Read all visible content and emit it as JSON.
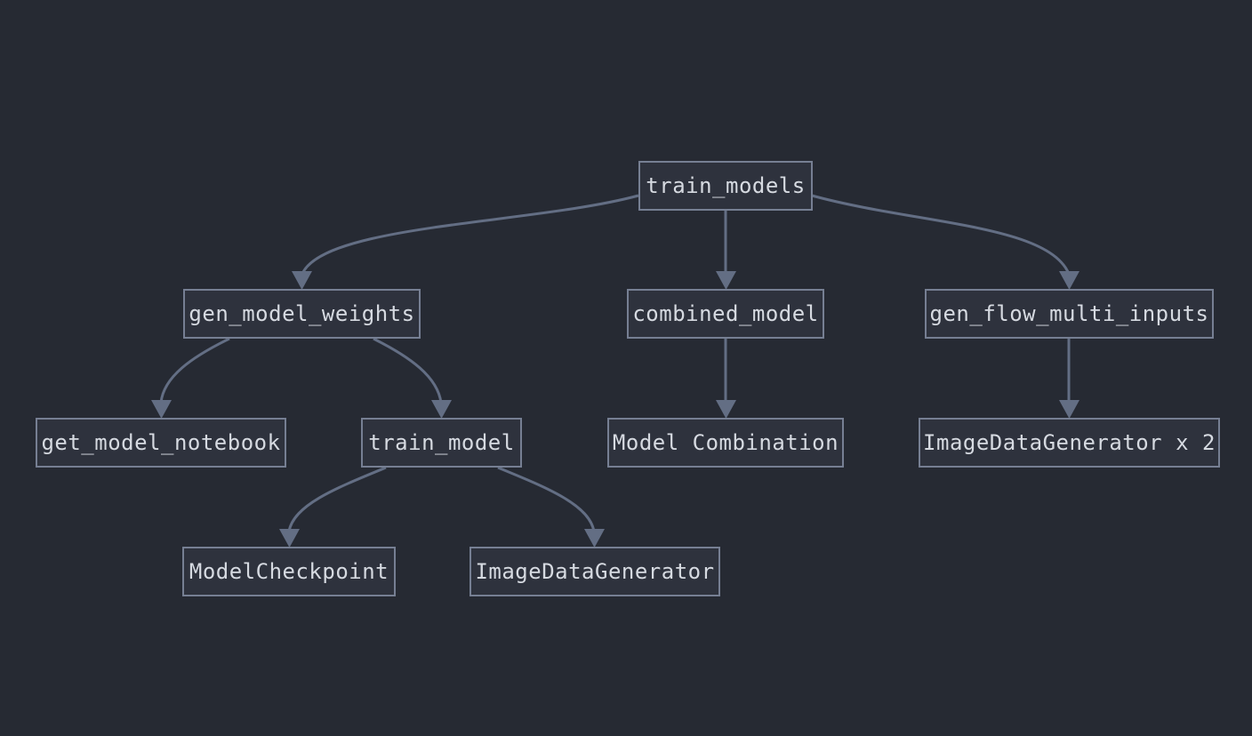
{
  "diagram": {
    "type": "dependency-tree",
    "nodes": [
      {
        "id": "train_models",
        "label": "train_models"
      },
      {
        "id": "gen_model_weights",
        "label": "gen_model_weights"
      },
      {
        "id": "combined_model",
        "label": "combined_model"
      },
      {
        "id": "gen_flow_multi_inputs",
        "label": "gen_flow_multi_inputs"
      },
      {
        "id": "get_model_notebook",
        "label": "get_model_notebook"
      },
      {
        "id": "train_model",
        "label": "train_model"
      },
      {
        "id": "model_combination",
        "label": "Model Combination"
      },
      {
        "id": "image_data_generator_x2",
        "label": "ImageDataGenerator x 2"
      },
      {
        "id": "model_checkpoint",
        "label": "ModelCheckpoint"
      },
      {
        "id": "image_data_generator",
        "label": "ImageDataGenerator"
      }
    ],
    "edges": [
      {
        "from": "train_models",
        "to": "gen_model_weights"
      },
      {
        "from": "train_models",
        "to": "combined_model"
      },
      {
        "from": "train_models",
        "to": "gen_flow_multi_inputs"
      },
      {
        "from": "gen_model_weights",
        "to": "get_model_notebook"
      },
      {
        "from": "gen_model_weights",
        "to": "train_model"
      },
      {
        "from": "combined_model",
        "to": "model_combination"
      },
      {
        "from": "gen_flow_multi_inputs",
        "to": "image_data_generator_x2"
      },
      {
        "from": "train_model",
        "to": "model_checkpoint"
      },
      {
        "from": "train_model",
        "to": "image_data_generator"
      }
    ],
    "colors": {
      "background": "#262a33",
      "node_fill": "#2e323d",
      "node_border": "#767f93",
      "text": "#d6dae1",
      "edge": "#636e84"
    }
  }
}
